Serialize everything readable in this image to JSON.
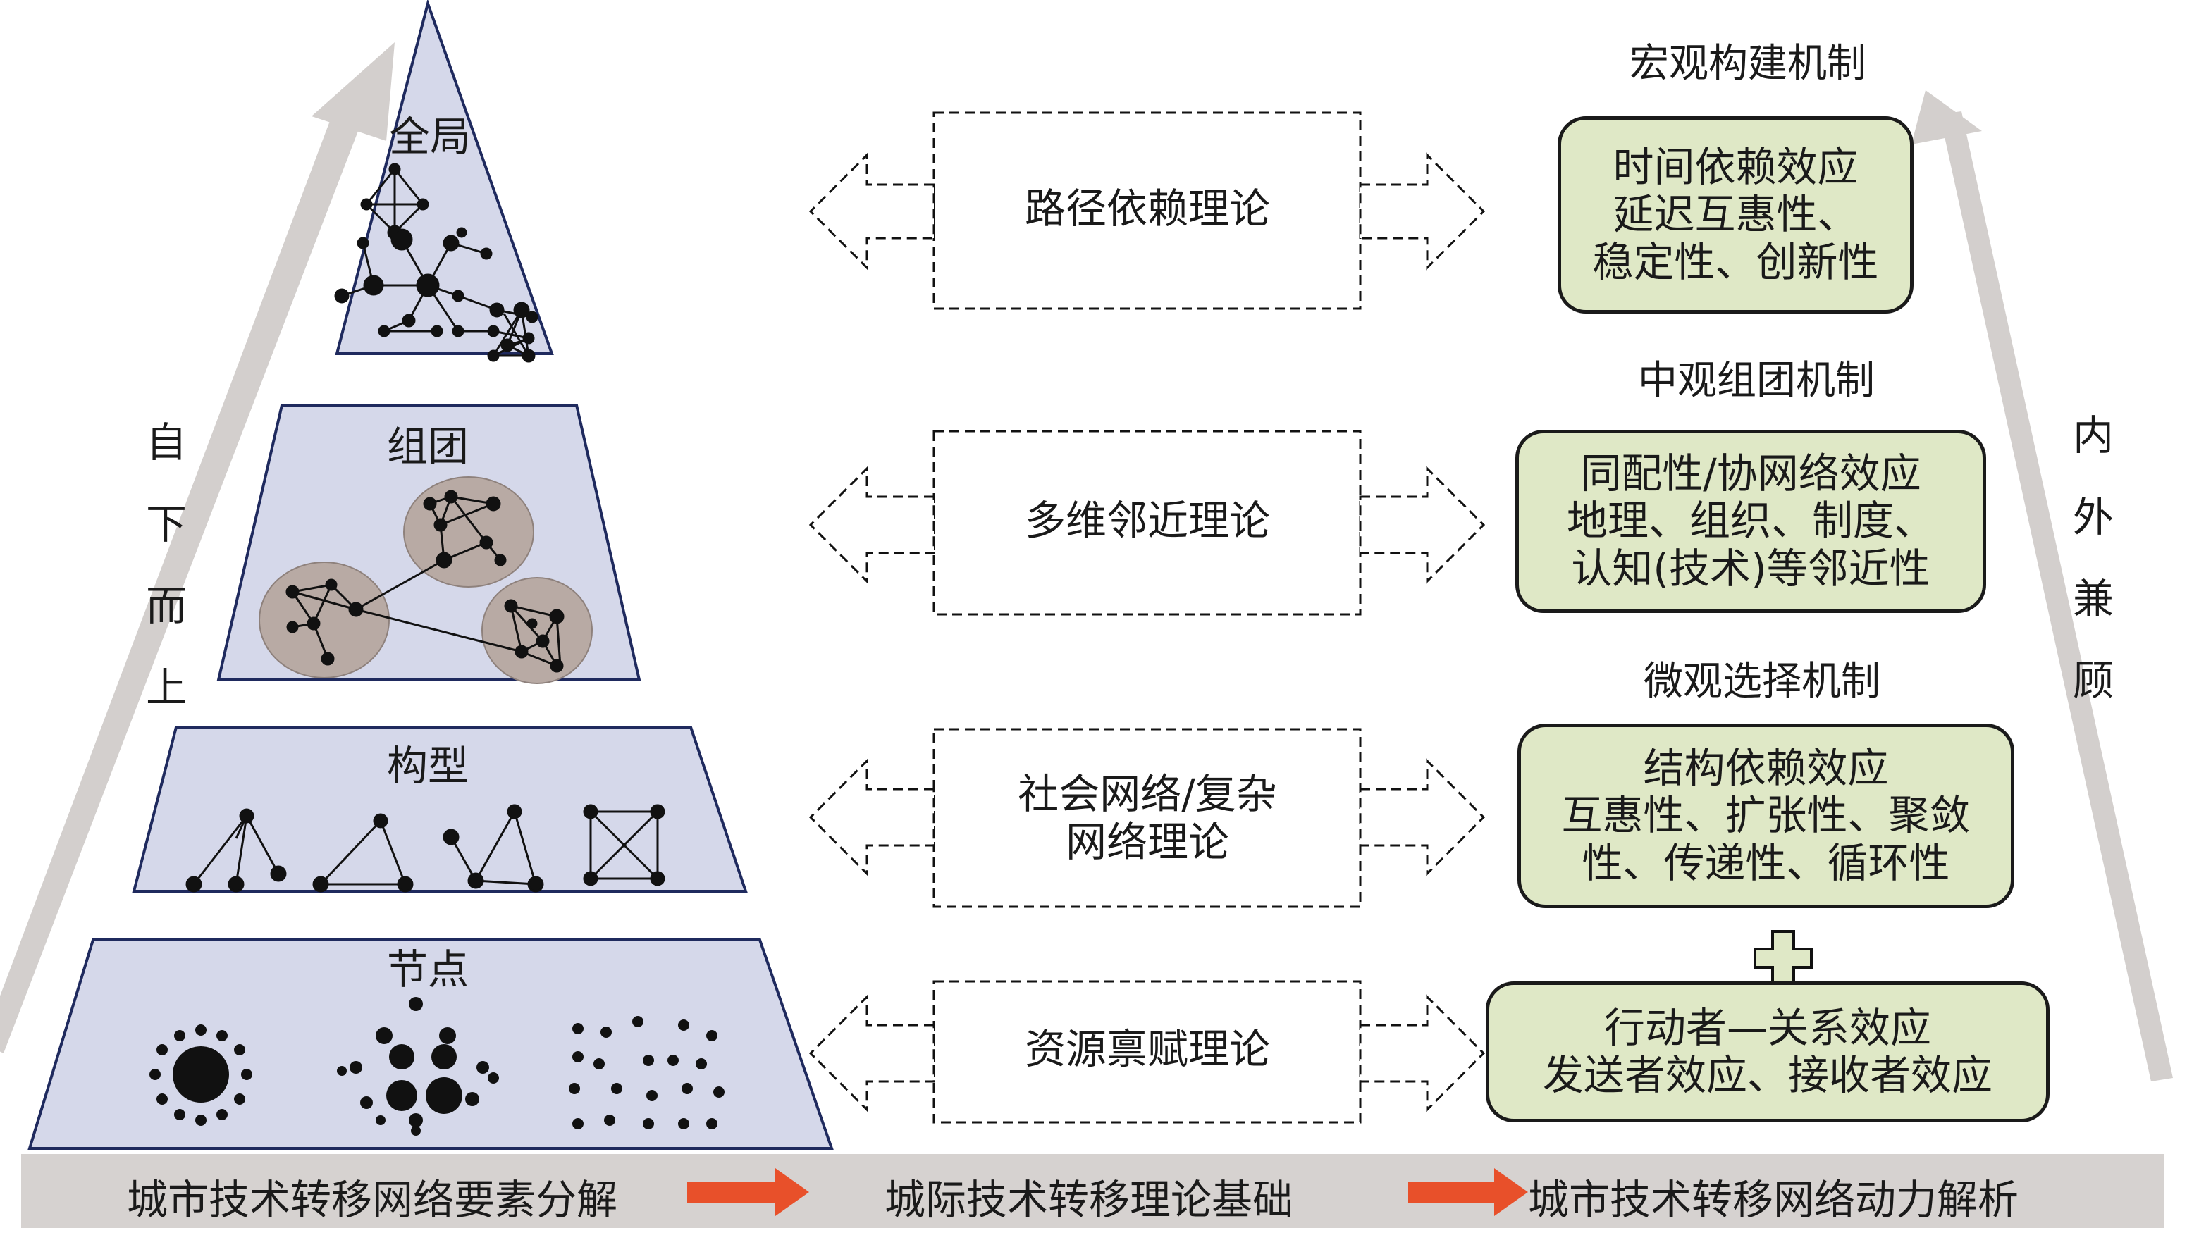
{
  "pyramid": {
    "levels": [
      {
        "label": "全局"
      },
      {
        "label": "组团"
      },
      {
        "label": "构型"
      },
      {
        "label": "节点"
      }
    ],
    "left_arrow_text": [
      "自",
      "下",
      "而",
      "上"
    ],
    "right_arrow_text": [
      "内",
      "外",
      "兼",
      "顾"
    ]
  },
  "theories": [
    {
      "lines": [
        "路径依赖理论"
      ]
    },
    {
      "lines": [
        "多维邻近理论"
      ]
    },
    {
      "lines": [
        "社会网络/复杂",
        "网络理论"
      ]
    },
    {
      "lines": [
        "资源禀赋理论"
      ]
    }
  ],
  "mechanisms": [
    {
      "title": "宏观构建机制",
      "lines": [
        "时间依赖效应",
        "延迟互惠性、",
        "稳定性、创新性"
      ]
    },
    {
      "title": "中观组团机制",
      "lines": [
        "同配性/协网络效应",
        "地理、组织、制度、",
        "认知(技术)等邻近性"
      ]
    },
    {
      "title": "微观选择机制",
      "lines": [
        "结构依赖效应",
        "互惠性、扩张性、聚敛",
        "性、传递性、循环性"
      ]
    },
    {
      "title": "",
      "lines": [
        "行动者—关系效应",
        "发送者效应、接收者效应"
      ]
    }
  ],
  "plus_symbol": "plus-icon",
  "bottom_bar": {
    "steps": [
      "城市技术转移网络要素分解",
      "城际技术转移理论基础",
      "城市技术转移网络动力解析"
    ],
    "arrow_color": "#e8502a"
  },
  "colors": {
    "pyramid_fill": "#d5d8ea",
    "pyramid_stroke": "#1f2a5e",
    "cluster_fill": "#b8aaa4",
    "mechanism_fill": "#dfe8c6",
    "side_arrow": "#d3cfcd",
    "bottom_bar": "#d6d2d0"
  }
}
